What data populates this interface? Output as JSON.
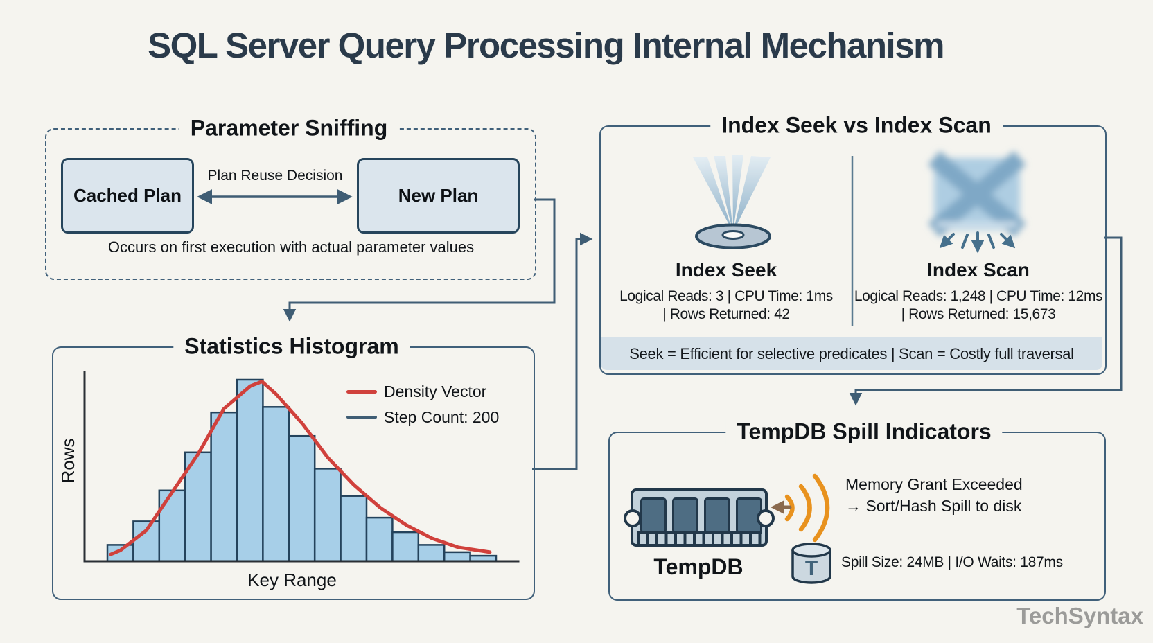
{
  "page": {
    "title": "SQL Server Query Processing Internal Mechanism",
    "watermark": "TechSyntax"
  },
  "parameter_sniffing": {
    "title": "Parameter Sniffing",
    "cached_plan": "Cached Plan",
    "new_plan": "New Plan",
    "arrow_label": "Plan Reuse Decision",
    "note": "Occurs on first execution with actual parameter values"
  },
  "statistics_histogram": {
    "title": "Statistics Histogram",
    "y_axis_label": "Rows",
    "x_axis_label": "Key Range",
    "legend": [
      {
        "label": "Density Vector",
        "color": "#d0413c"
      },
      {
        "label": "Step Count: 200",
        "color": "#3f5d74"
      }
    ]
  },
  "chart_data": {
    "type": "bar",
    "title": "Statistics Histogram",
    "xlabel": "Key Range",
    "ylabel": "Rows",
    "axes_numeric_labels": false,
    "step_count": 200,
    "legend_position": "top-right",
    "series": [
      {
        "name": "Step Count: 200",
        "type": "bar"
      },
      {
        "name": "Density Vector",
        "type": "line"
      }
    ],
    "values_normalized": [
      0.09,
      0.22,
      0.39,
      0.6,
      0.82,
      1.0,
      0.85,
      0.69,
      0.51,
      0.36,
      0.24,
      0.16,
      0.09,
      0.05,
      0.03
    ],
    "density_curve": [
      [
        0.061,
        0.038
      ],
      [
        0.083,
        0.06
      ],
      [
        0.143,
        0.17
      ],
      [
        0.203,
        0.38
      ],
      [
        0.263,
        0.59
      ],
      [
        0.323,
        0.84
      ],
      [
        0.384,
        0.965
      ],
      [
        0.411,
        0.99
      ],
      [
        0.444,
        0.92
      ],
      [
        0.504,
        0.76
      ],
      [
        0.564,
        0.57
      ],
      [
        0.624,
        0.42
      ],
      [
        0.685,
        0.295
      ],
      [
        0.745,
        0.2
      ],
      [
        0.805,
        0.126
      ],
      [
        0.865,
        0.077
      ],
      [
        0.939,
        0.05
      ]
    ]
  },
  "index_compare": {
    "title": "Index Seek vs Index Scan",
    "seek": {
      "label": "Index Seek",
      "stats_line1": "Logical Reads: 3 | CPU Time: 1ms",
      "stats_line2": "| Rows Returned: 42"
    },
    "scan": {
      "label": "Index Scan",
      "stats_line1": "Logical Reads: 1,248 | CPU Time: 12ms",
      "stats_line2": "| Rows Returned: 15,673"
    },
    "footer": "Seek = Efficient for selective predicates | Scan = Costly full traversal"
  },
  "tempdb": {
    "title": "TempDB Spill Indicators",
    "ram_label": "TempDB",
    "memory_line1": "Memory Grant Exceeded",
    "memory_line2": "→ Sort/Hash Spill to disk",
    "db_letter": "T",
    "spill_line": "Spill Size: 24MB | I/O Waits: 187ms"
  },
  "colors": {
    "paper": "#f5f4ef",
    "ink": "#101418",
    "title_ink": "#2a3a4a",
    "steel": "#3f5d74",
    "bar_fill": "#a7cfe8",
    "density_red": "#d0413c",
    "box_fill": "#dbe5ed",
    "band_fill": "#d6e1e9",
    "orange": "#e8921e",
    "watermark": "#9b9b99"
  }
}
